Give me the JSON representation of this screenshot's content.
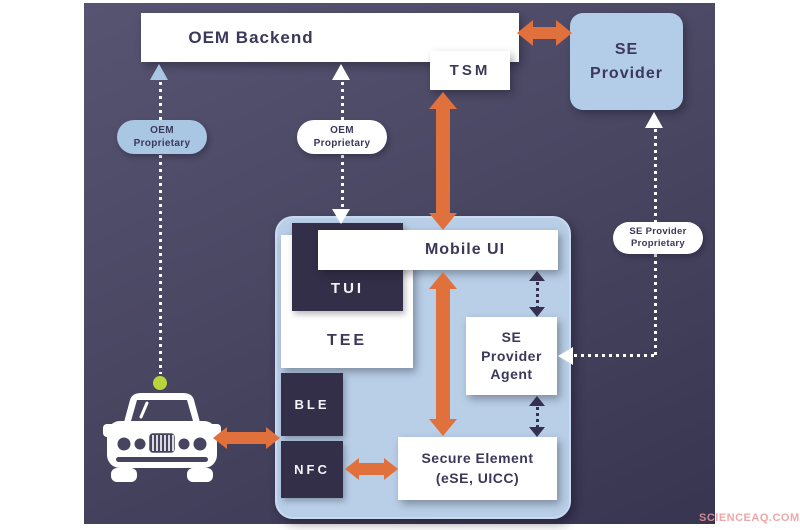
{
  "colors": {
    "background_top": "#575472",
    "background_bottom": "#383551",
    "accent_orange": "#e0703c",
    "panel_blue": "#b9cfe8",
    "dark_navy_box": "#332f48",
    "text_navy": "#3b3859",
    "status_dot_green": "#b6d53b",
    "pill_blue": "#a9c6e3"
  },
  "nodes": {
    "oem_backend": {
      "label": "OEM Backend"
    },
    "tsm": {
      "label": "TSM"
    },
    "se_provider": {
      "line1": "SE",
      "line2": "Provider"
    },
    "mobile_ui": {
      "label": "Mobile UI"
    },
    "tui": {
      "label": "TUI"
    },
    "tee": {
      "label": "TEE"
    },
    "ble": {
      "label": "BLE"
    },
    "nfc": {
      "label": "NFC"
    },
    "se_provider_agent": {
      "line1": "SE",
      "line2": "Provider",
      "line3": "Agent"
    },
    "secure_element": {
      "line1": "Secure Element",
      "line2": "(eSE, UICC)"
    }
  },
  "labels": {
    "pill_oem_left": {
      "line1": "OEM",
      "line2": "Proprietary"
    },
    "pill_oem_mid": {
      "line1": "OEM",
      "line2": "Proprietary"
    },
    "pill_se_provider": {
      "line1": "SE Provider",
      "line2": "Proprietary"
    }
  },
  "icons": {
    "car": "car-front-icon",
    "green_dot": "status-dot"
  },
  "watermark": "SCIENCEAQ.COM"
}
